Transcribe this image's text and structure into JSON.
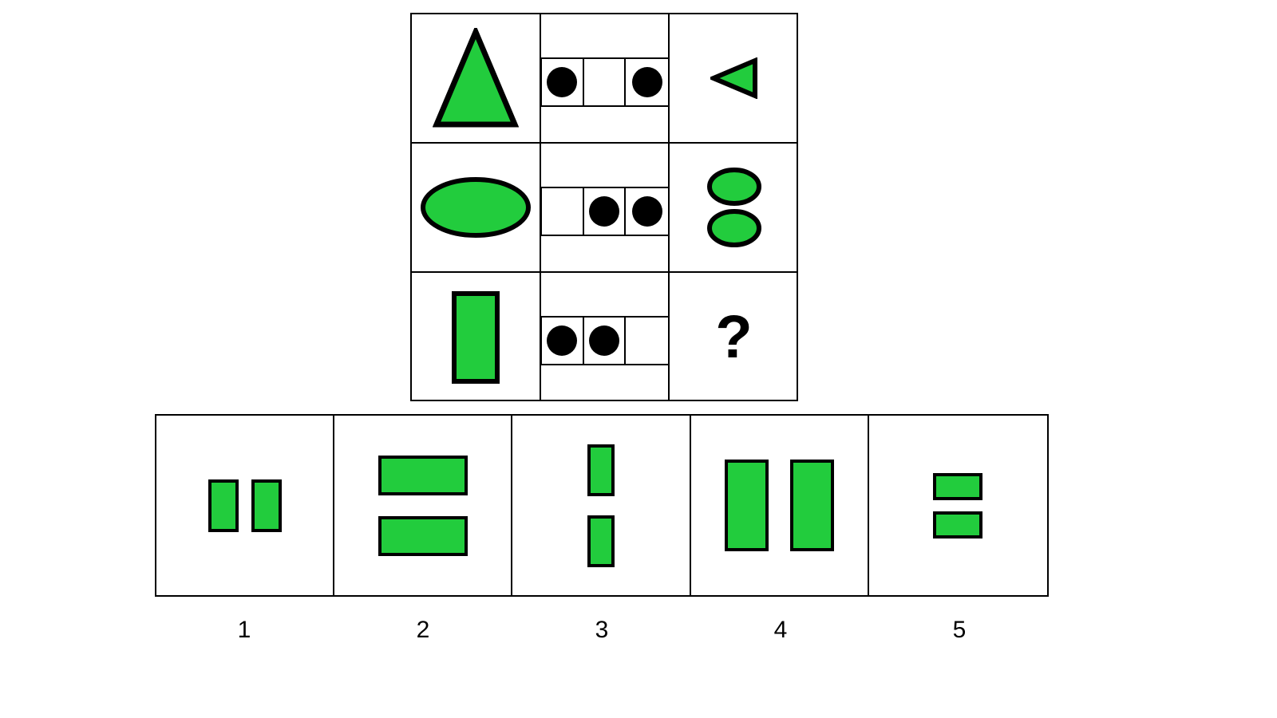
{
  "puzzle": {
    "type": "visual-analogy-matrix",
    "green": "#22cc3d",
    "outline": "#000000",
    "question_label": "?",
    "matrix": {
      "rows": 3,
      "columns": 3,
      "cells": [
        {
          "row": 1,
          "col": 1,
          "content": "large-triangle-up",
          "shape": "triangle",
          "orientation": "up",
          "size": "large",
          "count": 1
        },
        {
          "row": 1,
          "col": 2,
          "content": "dot-pattern",
          "dots": [
            "filled",
            "empty",
            "filled"
          ]
        },
        {
          "row": 1,
          "col": 3,
          "content": "small-triangle-left",
          "shape": "triangle",
          "orientation": "left",
          "size": "small",
          "count": 1
        },
        {
          "row": 2,
          "col": 1,
          "content": "large-ellipse",
          "shape": "ellipse",
          "orientation": "horizontal",
          "size": "large",
          "count": 1
        },
        {
          "row": 2,
          "col": 2,
          "content": "dot-pattern",
          "dots": [
            "empty",
            "filled",
            "filled"
          ]
        },
        {
          "row": 2,
          "col": 3,
          "content": "two-small-ellipses-stacked",
          "shape": "ellipse",
          "arrangement": "vertical",
          "size": "small",
          "count": 2
        },
        {
          "row": 3,
          "col": 1,
          "content": "large-vertical-rectangle",
          "shape": "rectangle",
          "orientation": "vertical",
          "size": "large",
          "count": 1
        },
        {
          "row": 3,
          "col": 2,
          "content": "dot-pattern",
          "dots": [
            "filled",
            "filled",
            "empty"
          ]
        },
        {
          "row": 3,
          "col": 3,
          "content": "question-mark",
          "label": "?"
        }
      ]
    },
    "answer_options": [
      {
        "label": "1",
        "description": "two small vertical rectangles side by side",
        "shape": "rectangle",
        "count": 2,
        "arrangement": "horizontal",
        "rect_w": 38,
        "rect_h": 66,
        "gap": 16
      },
      {
        "label": "2",
        "description": "two large horizontal rectangles stacked",
        "shape": "rectangle",
        "count": 2,
        "arrangement": "vertical",
        "rect_w": 112,
        "rect_h": 50,
        "gap": 26
      },
      {
        "label": "3",
        "description": "two small vertical rectangles stacked",
        "shape": "rectangle",
        "count": 2,
        "arrangement": "vertical",
        "rect_w": 34,
        "rect_h": 65,
        "gap": 24
      },
      {
        "label": "4",
        "description": "two large vertical rectangles side by side",
        "shape": "rectangle",
        "count": 2,
        "arrangement": "horizontal",
        "rect_w": 55,
        "rect_h": 115,
        "gap": 27
      },
      {
        "label": "5",
        "description": "two small horizontal rectangles stacked",
        "shape": "rectangle",
        "count": 2,
        "arrangement": "vertical",
        "rect_w": 62,
        "rect_h": 34,
        "gap": 14
      }
    ]
  }
}
